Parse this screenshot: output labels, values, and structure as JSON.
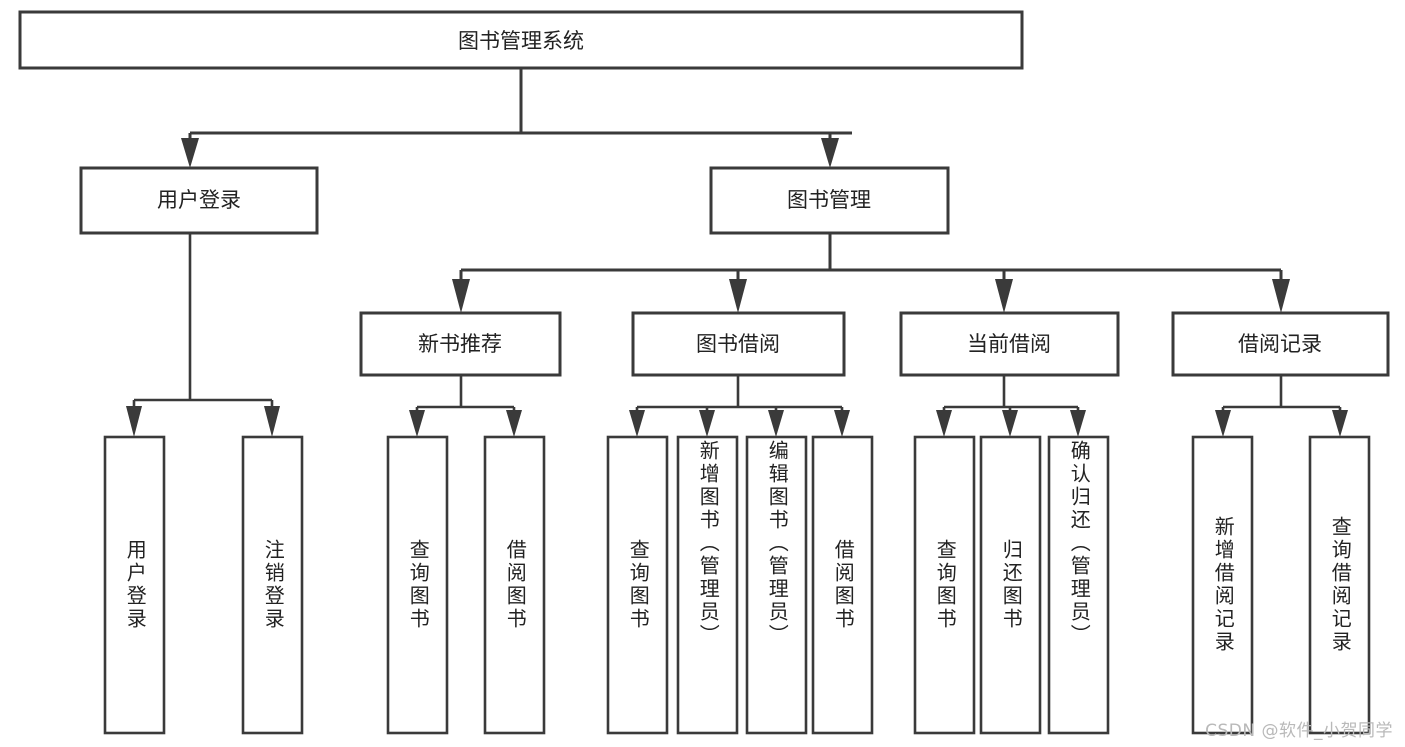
{
  "diagram": {
    "title": "图书管理系统",
    "type": "tree",
    "orientation": "top-down",
    "colors": {
      "box_fill": "#ffffff",
      "box_stroke": "#3a3a3a",
      "text": "#222222",
      "background": "#ffffff",
      "watermark": "#b9b9b9"
    },
    "root": {
      "label": "图书管理系统"
    },
    "level1": [
      {
        "label": "用户登录"
      },
      {
        "label": "图书管理"
      }
    ],
    "level2": [
      {
        "label": "新书推荐"
      },
      {
        "label": "图书借阅"
      },
      {
        "label": "当前借阅"
      },
      {
        "label": "借阅记录"
      }
    ],
    "leaves": {
      "user_login": [
        {
          "label": "用户登录"
        },
        {
          "label": "注销登录"
        }
      ],
      "new_book_recommend": [
        {
          "label": "查询图书"
        },
        {
          "label": "借阅图书"
        }
      ],
      "book_borrow": [
        {
          "label": "查询图书"
        },
        {
          "label": "新增图书（管理员）"
        },
        {
          "label": "编辑图书（管理员）"
        },
        {
          "label": "借阅图书"
        }
      ],
      "current_borrow": [
        {
          "label": "查询图书"
        },
        {
          "label": "归还图书"
        },
        {
          "label": "确认归还（管理员）"
        }
      ],
      "borrow_record": [
        {
          "label": "新增借阅记录"
        },
        {
          "label": "查询借阅记录"
        }
      ]
    },
    "watermark": "CSDN @软件_小贺同学"
  }
}
